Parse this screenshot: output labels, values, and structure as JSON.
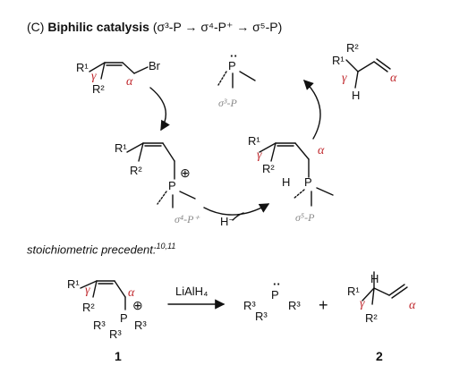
{
  "header": {
    "panel_label": "(C)",
    "title": "Biphilic catalysis",
    "pathway": "(σ³-P → σ⁴-P⁺ → σ⁵-P)"
  },
  "labels": {
    "R1": "R¹",
    "R2": "R²",
    "R3": "R³",
    "Br": "Br",
    "P": "P",
    "H": "H",
    "H_minus": "H⁻",
    "gamma": "γ",
    "alpha": "α",
    "plus_sign": "⊕",
    "lone_pair": "··"
  },
  "species": {
    "sigma3": "σ³-P",
    "sigma4": "σ⁴-P⁺",
    "sigma5": "σ⁵-P"
  },
  "precedent": {
    "heading": "stoichiometric precedent:",
    "refs": "10,11",
    "reagent": "LiAlH₄",
    "plus": "+",
    "compound1": "1",
    "compound2": "2"
  },
  "colors": {
    "accent": "#c0282d",
    "species_label": "#8a8a8a",
    "ink": "#111111"
  }
}
